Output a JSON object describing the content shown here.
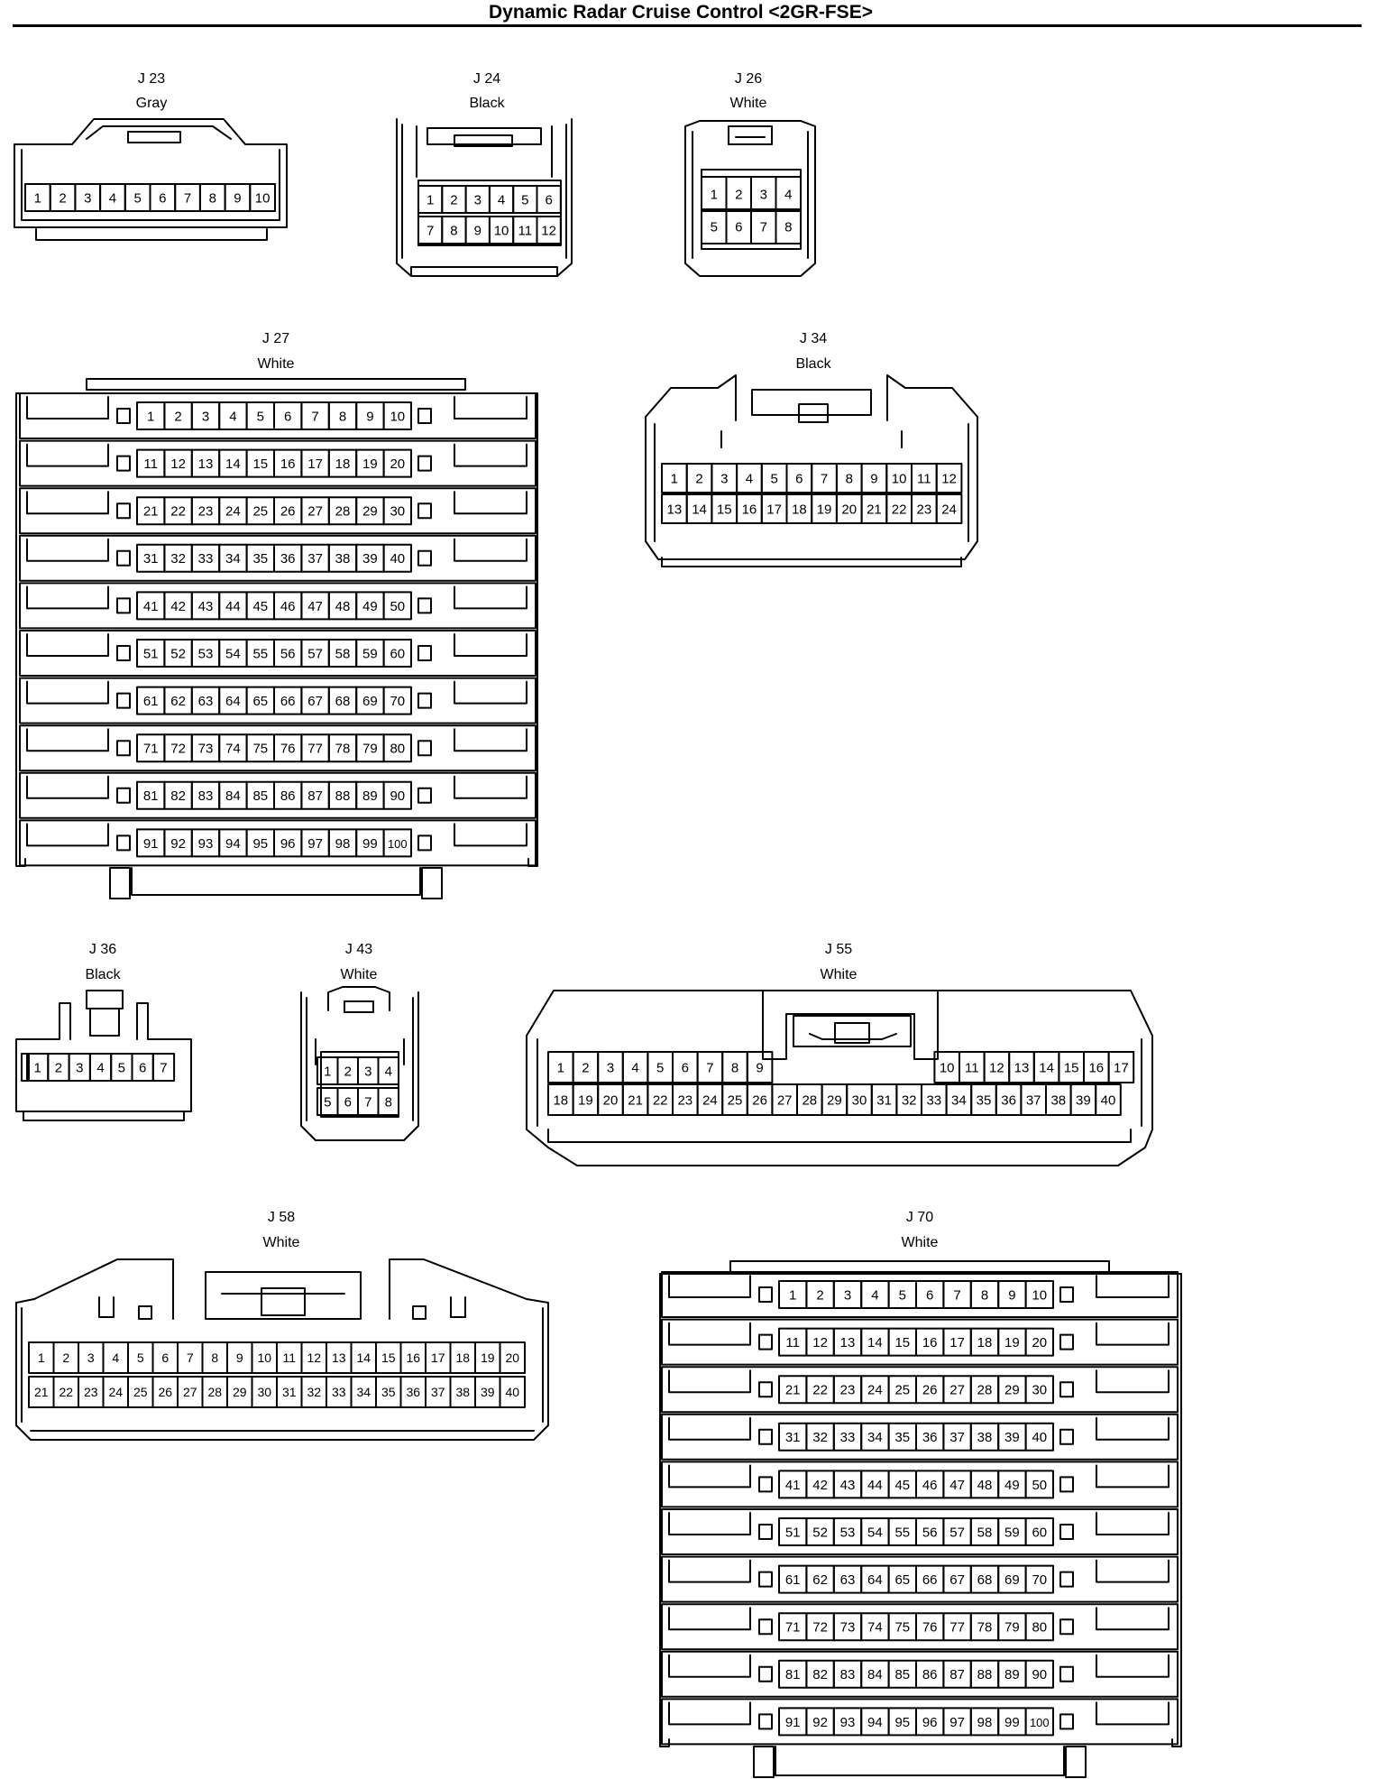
{
  "page": {
    "title": "Dynamic Radar Cruise Control <2GR-FSE>"
  },
  "connectors": [
    {
      "id": "J 23",
      "color": "Gray",
      "pins": 10,
      "rows": [
        [
          1,
          10
        ]
      ]
    },
    {
      "id": "J 24",
      "color": "Black",
      "pins": 12,
      "rows": [
        [
          1,
          6
        ],
        [
          7,
          12
        ]
      ]
    },
    {
      "id": "J 26",
      "color": "White",
      "pins": 8,
      "rows": [
        [
          1,
          4
        ],
        [
          5,
          8
        ]
      ]
    },
    {
      "id": "J 27",
      "color": "White",
      "pins": 100,
      "rows": [
        [
          1,
          10
        ],
        [
          11,
          20
        ],
        [
          21,
          30
        ],
        [
          31,
          40
        ],
        [
          41,
          50
        ],
        [
          51,
          60
        ],
        [
          61,
          70
        ],
        [
          71,
          80
        ],
        [
          81,
          90
        ],
        [
          91,
          100
        ]
      ]
    },
    {
      "id": "J 34",
      "color": "Black",
      "pins": 24,
      "rows": [
        [
          1,
          12
        ],
        [
          13,
          24
        ]
      ]
    },
    {
      "id": "J 36",
      "color": "Black",
      "pins": 7,
      "rows": [
        [
          1,
          7
        ]
      ]
    },
    {
      "id": "J 43",
      "color": "White",
      "pins": 8,
      "rows": [
        [
          1,
          4
        ],
        [
          5,
          8
        ]
      ]
    },
    {
      "id": "J 55",
      "color": "White",
      "pins": 40,
      "rows": [
        [
          1,
          17
        ],
        [
          18,
          40
        ]
      ]
    },
    {
      "id": "J 58",
      "color": "White",
      "pins": 40,
      "rows": [
        [
          1,
          20
        ],
        [
          21,
          40
        ]
      ]
    },
    {
      "id": "J 70",
      "color": "White",
      "pins": 100,
      "rows": [
        [
          1,
          10
        ],
        [
          11,
          20
        ],
        [
          21,
          30
        ],
        [
          31,
          40
        ],
        [
          41,
          50
        ],
        [
          51,
          60
        ],
        [
          61,
          70
        ],
        [
          71,
          80
        ],
        [
          81,
          90
        ],
        [
          91,
          100
        ]
      ]
    }
  ]
}
